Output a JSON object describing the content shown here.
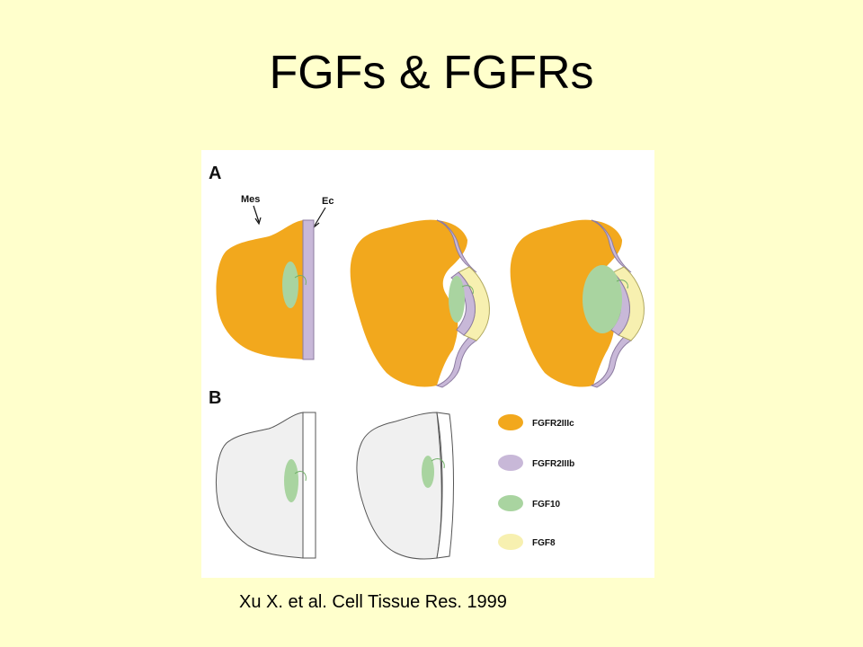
{
  "slide": {
    "title": "FGFs & FGFRs",
    "citation": "Xu X. et al. Cell Tissue Res. 1999"
  },
  "figure": {
    "panel_a_label": "A",
    "panel_b_label": "B",
    "label_mes": "Mes",
    "label_ec": "Ec",
    "legend": [
      {
        "label": "FGFR2IIIc",
        "color": "#F2A81D"
      },
      {
        "label": "FGFR2IIIb",
        "color": "#C8B8D8"
      },
      {
        "label": "FGF10",
        "color": "#A9D4A0"
      },
      {
        "label": "FGF8",
        "color": "#F7F0B0"
      }
    ],
    "colors": {
      "mesenchyme": "#F2A81D",
      "ectoderm": "#C8B8D8",
      "fgf10": "#A9D4A0",
      "fgf8": "#F7F0B0",
      "outline_panel_b": "#F0F0F0"
    }
  }
}
